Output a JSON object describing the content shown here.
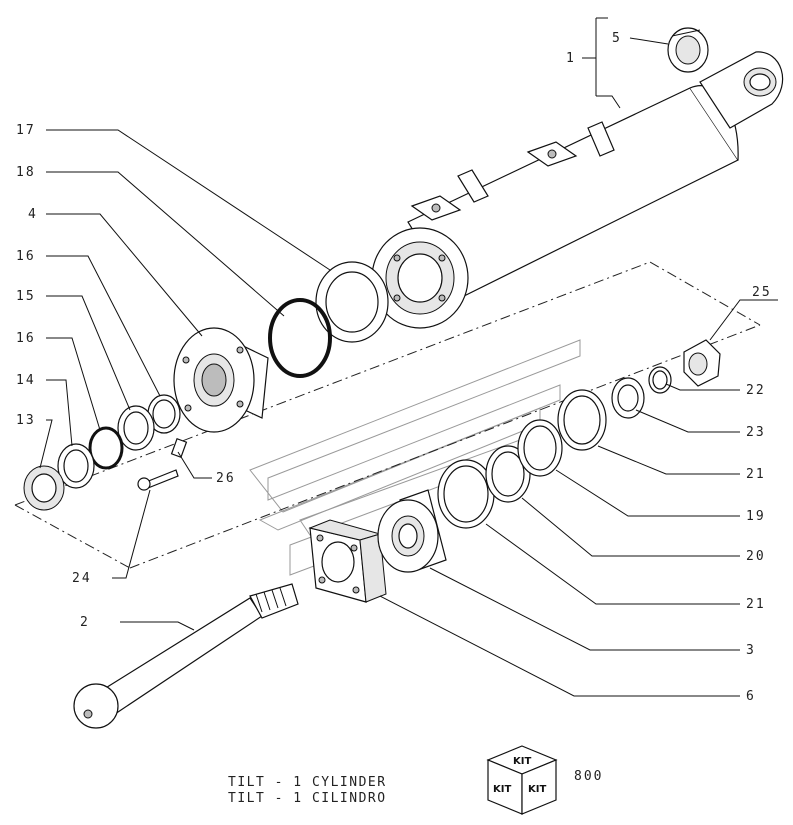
{
  "callouts": {
    "c1": "1",
    "c2": "2",
    "c3": "3",
    "c4": "4",
    "c5": "5",
    "c6": "6",
    "c13": "13",
    "c14": "14",
    "c15": "15",
    "c16a": "16",
    "c16b": "16",
    "c17": "17",
    "c18": "18",
    "c19": "19",
    "c20": "20",
    "c21a": "21",
    "c21b": "21",
    "c22": "22",
    "c23": "23",
    "c24": "24",
    "c25": "25",
    "c26": "26"
  },
  "caption": {
    "line1": "TILT - 1 CYLINDER",
    "line2": "TILT - 1 CILINDRO"
  },
  "kit": {
    "word": "KIT",
    "code": "800"
  }
}
